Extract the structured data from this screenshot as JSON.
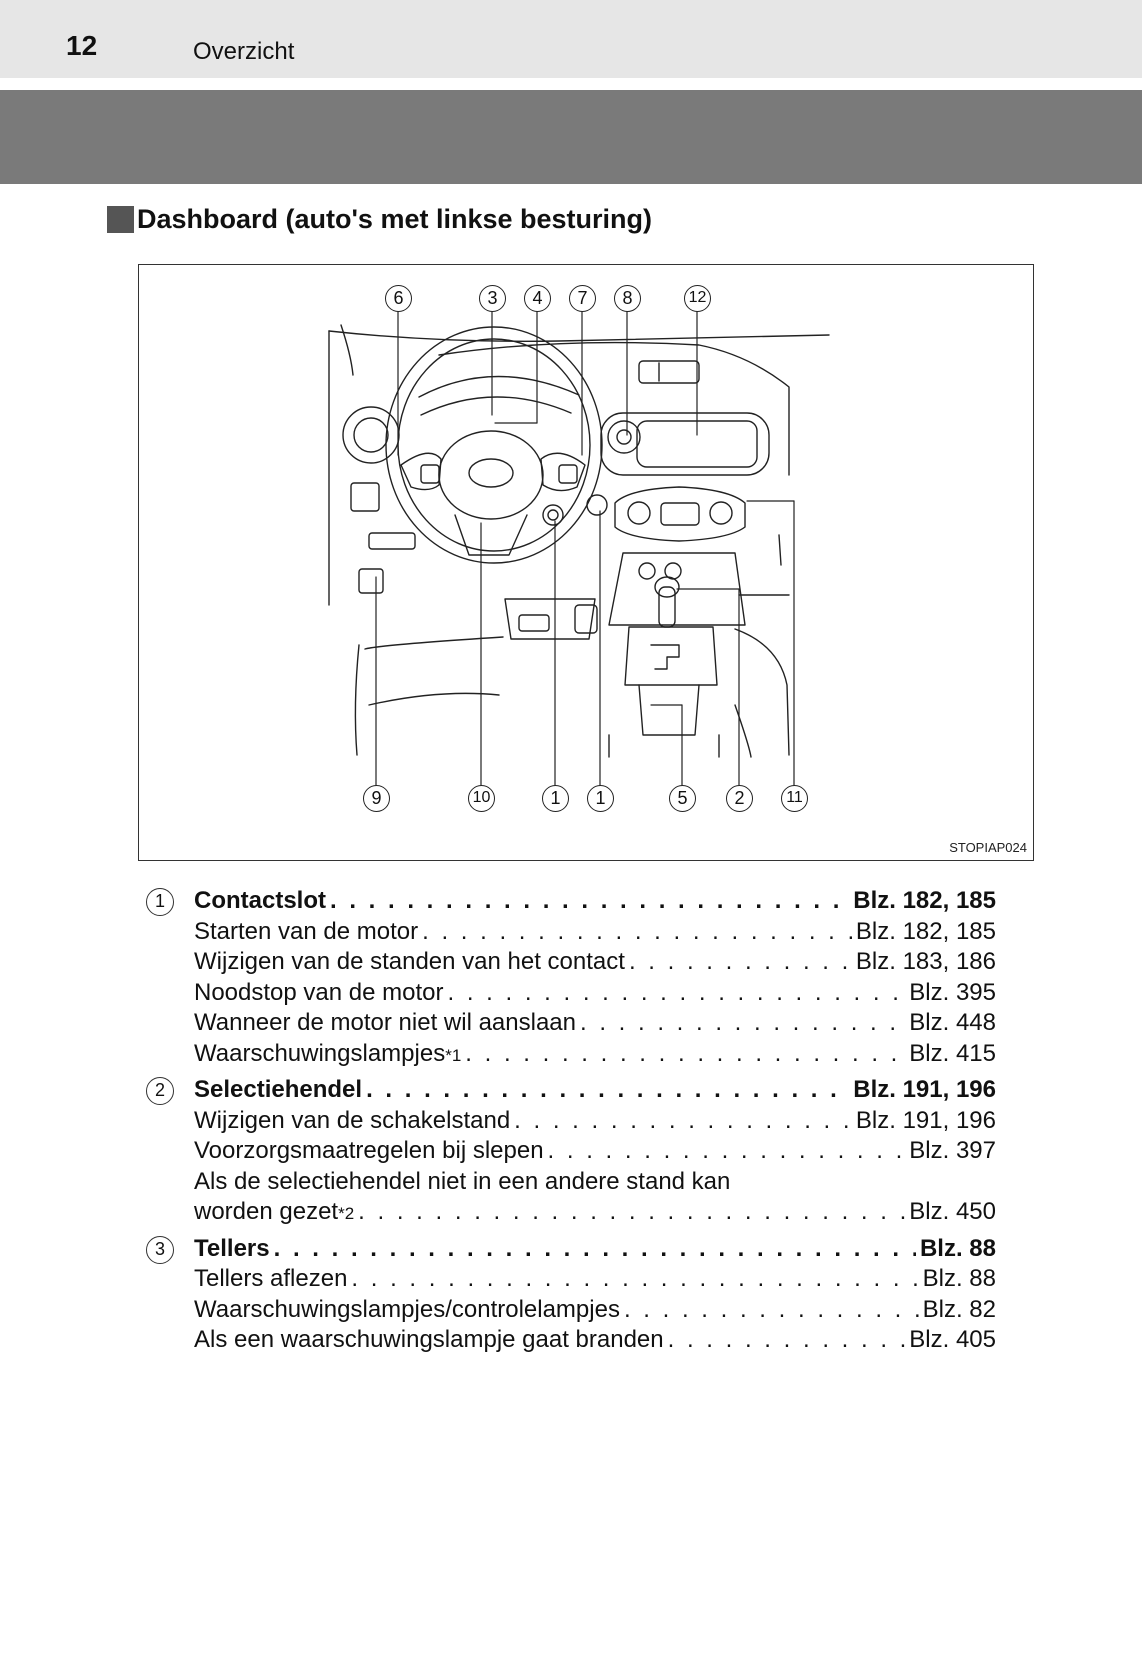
{
  "header": {
    "page_number": "12",
    "section": "Overzicht"
  },
  "heading": "Dashboard (auto's met linkse besturing)",
  "figure": {
    "code": "STOPIAP024",
    "callouts_top": [
      "6",
      "3",
      "4",
      "7",
      "8",
      "12"
    ],
    "callouts_bottom": [
      "9",
      "10",
      "1",
      "1",
      "5",
      "2",
      "11"
    ]
  },
  "entries": [
    {
      "num": "1",
      "title": "Contactslot",
      "page": "Blz. 182, 185",
      "items": [
        {
          "text": "Starten van de motor",
          "page": "Blz. 182, 185"
        },
        {
          "text": "Wijzigen van de standen van het contact",
          "page": "Blz. 183, 186"
        },
        {
          "text": "Noodstop van de motor",
          "page": "Blz. 395"
        },
        {
          "text": "Wanneer de motor niet wil aanslaan",
          "page": "Blz. 448"
        },
        {
          "text": "Waarschuwingslampjes",
          "sup": "*1",
          "page": "Blz. 415"
        }
      ]
    },
    {
      "num": "2",
      "title": "Selectiehendel",
      "page": "Blz. 191, 196",
      "items": [
        {
          "text": "Wijzigen van de schakelstand",
          "page": "Blz. 191, 196"
        },
        {
          "text": "Voorzorgsmaatregelen bij slepen",
          "page": "Blz. 397"
        },
        {
          "text": "Als de selectiehendel niet in een andere stand kan",
          "page": ""
        },
        {
          "text": "worden gezet",
          "sup": "*2",
          "page": "Blz. 450"
        }
      ]
    },
    {
      "num": "3",
      "title": "Tellers",
      "page": "Blz. 88",
      "items": [
        {
          "text": "Tellers aflezen",
          "page": "Blz. 88"
        },
        {
          "text": "Waarschuwingslampjes/controlelampjes",
          "page": "Blz. 82"
        },
        {
          "text": "Als een waarschuwingslampje gaat branden",
          "page": "Blz. 405"
        }
      ]
    }
  ]
}
